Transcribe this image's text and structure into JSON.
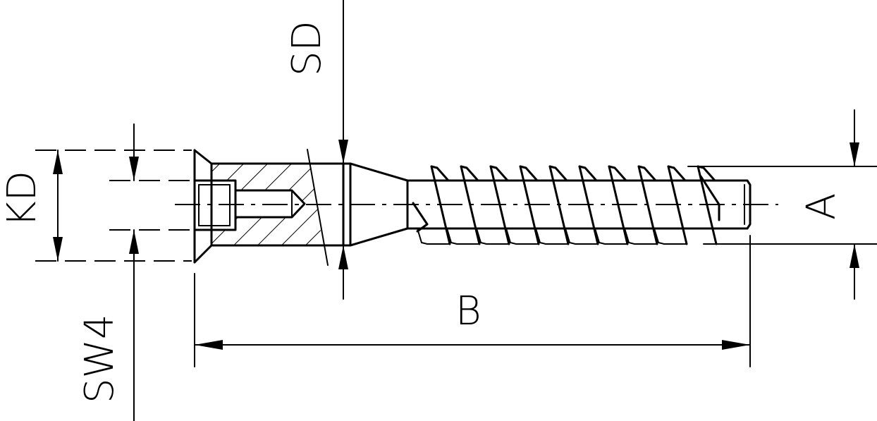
{
  "labels": {
    "sd": "SD",
    "kd": "KD",
    "sw": "SW4",
    "b": "B",
    "a": "A"
  }
}
